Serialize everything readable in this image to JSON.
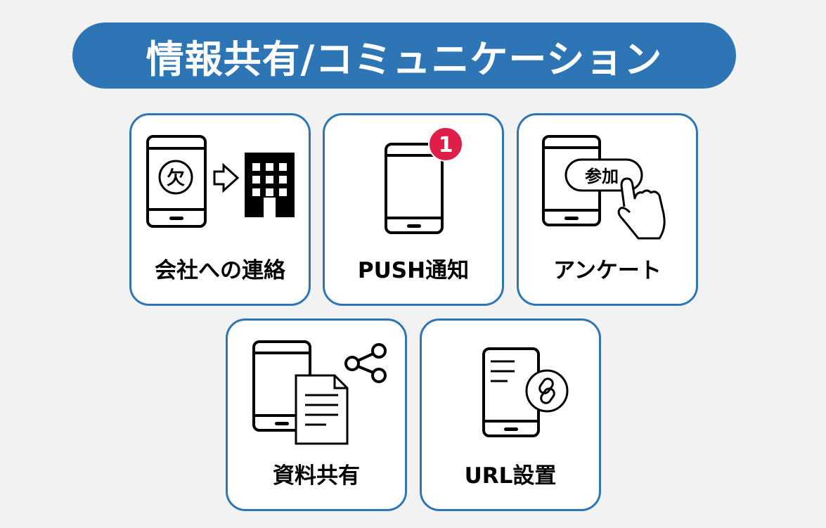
{
  "title": "情報共有/コミュニケーション",
  "accent_color": "#2e75b6",
  "badge_color": "#e01e4a",
  "cards": [
    {
      "label": "会社への連絡",
      "icon": "phone-to-company-icon",
      "glyph": "欠"
    },
    {
      "label": "PUSH通知",
      "icon": "phone-notification-icon",
      "badge": "1"
    },
    {
      "label": "アンケート",
      "icon": "phone-tap-icon",
      "button": "参加"
    },
    {
      "label": "資料共有",
      "icon": "phone-document-share-icon"
    },
    {
      "label": "URL設置",
      "icon": "phone-link-icon"
    }
  ]
}
